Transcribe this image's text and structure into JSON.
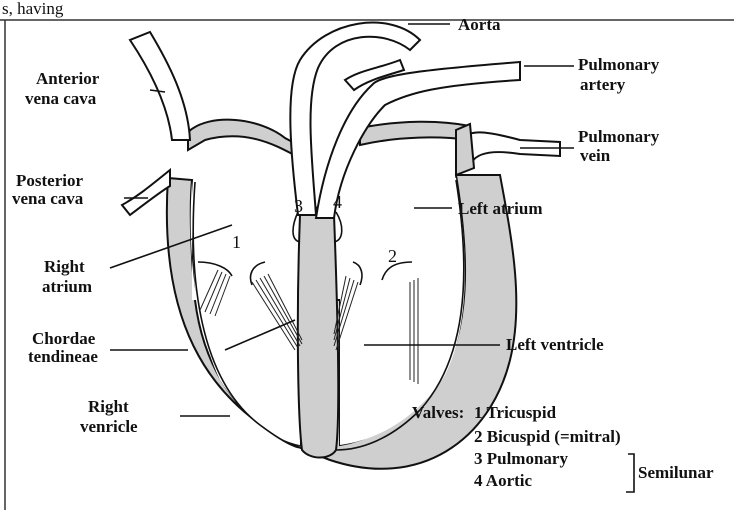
{
  "top_fragment": "s, having",
  "labels": {
    "aorta": "Aorta",
    "pulmonary_artery_1": "Pulmonary",
    "pulmonary_artery_2": "artery",
    "pulmonary_vein_1": "Pulmonary",
    "pulmonary_vein_2": "vein",
    "anterior_vena_cava_1": "Anterior",
    "anterior_vena_cava_2": "vena cava",
    "posterior_vena_cava_1": "Posterior",
    "posterior_vena_cava_2": "vena cava",
    "left_atrium": "Left atrium",
    "right_atrium_1": "Right",
    "right_atrium_2": "atrium",
    "chordae_1": "Chordae",
    "chordae_2": "tendineae",
    "left_ventricle": "Left ventricle",
    "right_ventricle_1": "Right",
    "right_ventricle_2": "venricle"
  },
  "valve_numbers": [
    "1",
    "2",
    "3",
    "4"
  ],
  "legend": {
    "header": "Valves:",
    "items": [
      "1 Tricuspid",
      "2 Bicuspid (=mitral)",
      "3 Pulmonary",
      "4 Aortic"
    ],
    "bracket_label": "Semilunar"
  }
}
